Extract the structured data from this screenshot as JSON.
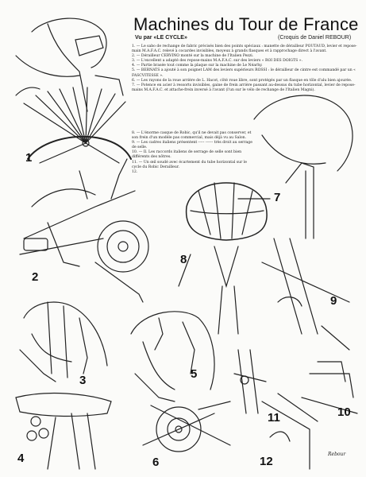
{
  "header": {
    "title": "Machines du Tour de France",
    "byline": "Vu par «LE CYCLE»",
    "credit": "(Croquis de Daniel REBOUR)"
  },
  "notes": [
    "1. — Le sabo de rechange de fabric précisés bien des points spéciaux : manette de dérailleur POUTAUD, levier et repose-main M.A.F.A.C. relevé à cocardes invisibles, moyeux à grands flasques et à rapprochage direct à l'avant.",
    "2. — Dérailleur CERVINO monté sur la machine de l'Italien Pezzi.",
    "3. — L'excellent a adapté des repose-mains M.A.F.A.C. sur des leviers « ROI DES DOIGTS ».",
    "4. — Partie brasée tout comme la plaque sur la machine de Le Néarhy.",
    "5. — BERNATS a ajouté à son poignet LAM des leviers supérieurs ROSSI : le dérailleur de cintre est commandé par un « FASCVITESSE ».",
    "6. — Les rayons de la roue arrière de L. Hacot, côté roue libre, sont protégés par un flasque en tôle d'alu bien ajourée.",
    "7. — Potence en acier à ressorts invisibles, gaine de frein arrière passant au-dessus du tube horizontal, levier de repose-mains M.A.F.A.C. et attache-frein inversé à l'avant (l'un sur le vélo de rechange de l'Italien Magni).",
    "8. — L'énorme casque de Robic, qu'il ne devait pas conserver, et son frein d'un modèle pas commercial, mais déjà vu au Salon.",
    "9. — Les cadres italiens présentent ----- ------ très droit au serrage de selle.",
    "10. — Il. Les raccords italiens de serrage de selle sont bien différents des nôtres.",
    "11. — Un œil soudé avec écartement du tube horizontal sur le cycle du Robic Derailleur.",
    "12."
  ],
  "figures": [
    "1",
    "2",
    "3",
    "4",
    "5",
    "6",
    "7",
    "8",
    "9",
    "10",
    "11",
    "12"
  ],
  "signature": "Rebour"
}
